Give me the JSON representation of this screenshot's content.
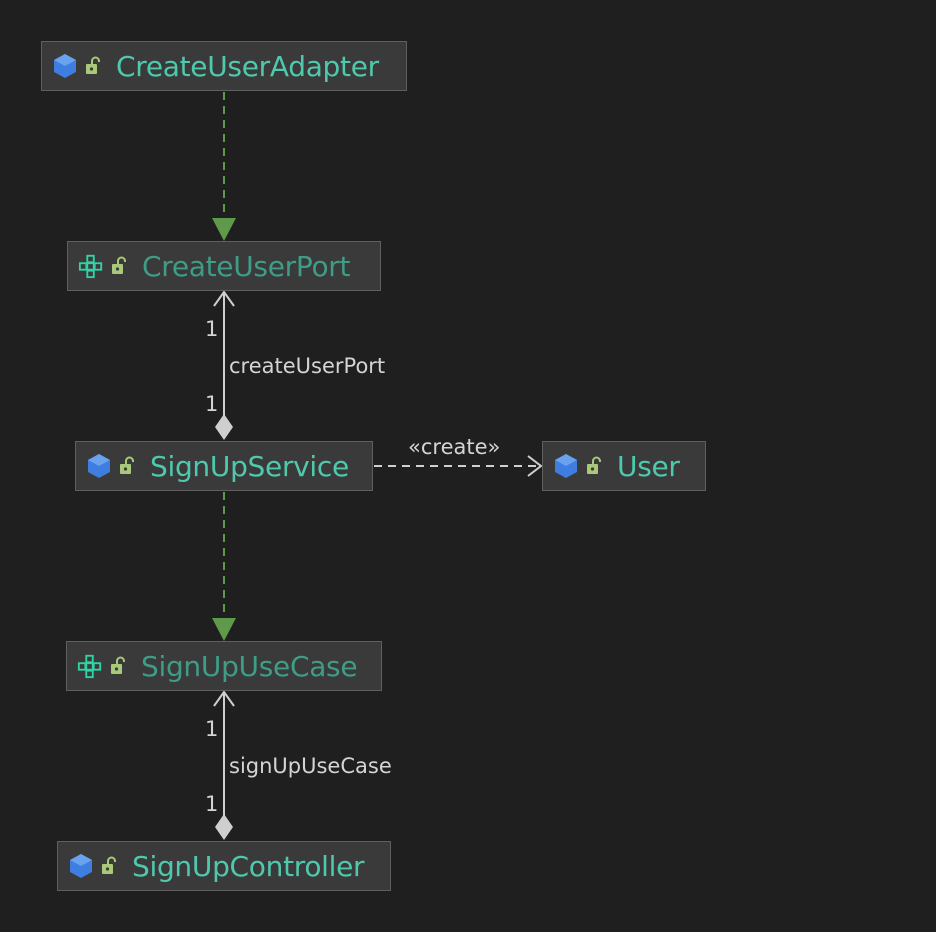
{
  "nodes": {
    "create_user_adapter": {
      "name": "CreateUserAdapter",
      "kind": "class",
      "kind_icon": "class-icon",
      "visibility_icon": "public-lock-icon"
    },
    "create_user_port": {
      "name": "CreateUserPort",
      "kind": "interface",
      "kind_icon": "interface-icon",
      "visibility_icon": "public-lock-icon"
    },
    "sign_up_service": {
      "name": "SignUpService",
      "kind": "class",
      "kind_icon": "class-icon",
      "visibility_icon": "public-lock-icon"
    },
    "user": {
      "name": "User",
      "kind": "class",
      "kind_icon": "class-icon",
      "visibility_icon": "public-lock-icon"
    },
    "sign_up_use_case": {
      "name": "SignUpUseCase",
      "kind": "interface",
      "kind_icon": "interface-icon",
      "visibility_icon": "public-lock-icon"
    },
    "sign_up_controller": {
      "name": "SignUpController",
      "kind": "class",
      "kind_icon": "class-icon",
      "visibility_icon": "public-lock-icon"
    }
  },
  "edges": {
    "adapter_implements_port": {
      "type": "realization",
      "from": "CreateUserAdapter",
      "to": "CreateUserPort"
    },
    "service_to_port": {
      "type": "composition",
      "from": "SignUpService",
      "to": "CreateUserPort",
      "label": "createUserPort",
      "multiplicity_target": "1",
      "multiplicity_source": "1"
    },
    "service_creates_user": {
      "type": "dependency",
      "from": "SignUpService",
      "to": "User",
      "label": "«create»"
    },
    "service_implements_use_case": {
      "type": "realization",
      "from": "SignUpService",
      "to": "SignUpUseCase"
    },
    "controller_to_use_case": {
      "type": "composition",
      "from": "SignUpController",
      "to": "SignUpUseCase",
      "label": "signUpUseCase",
      "multiplicity_target": "1",
      "multiplicity_source": "1"
    }
  },
  "colors": {
    "background": "#1f1f1f",
    "node_fill": "#3a3a3a",
    "node_border": "#5f5f5f",
    "class_name": "#4fc9ad",
    "interface_name": "#3e9c87",
    "class_icon": "#3d7ee0",
    "interface_icon": "#2fd4a6",
    "lock_icon": "#a8c97a",
    "realization_edge": "#5e9a4a",
    "association_edge": "#cfcfcf",
    "label_text": "#d4d4d4"
  }
}
